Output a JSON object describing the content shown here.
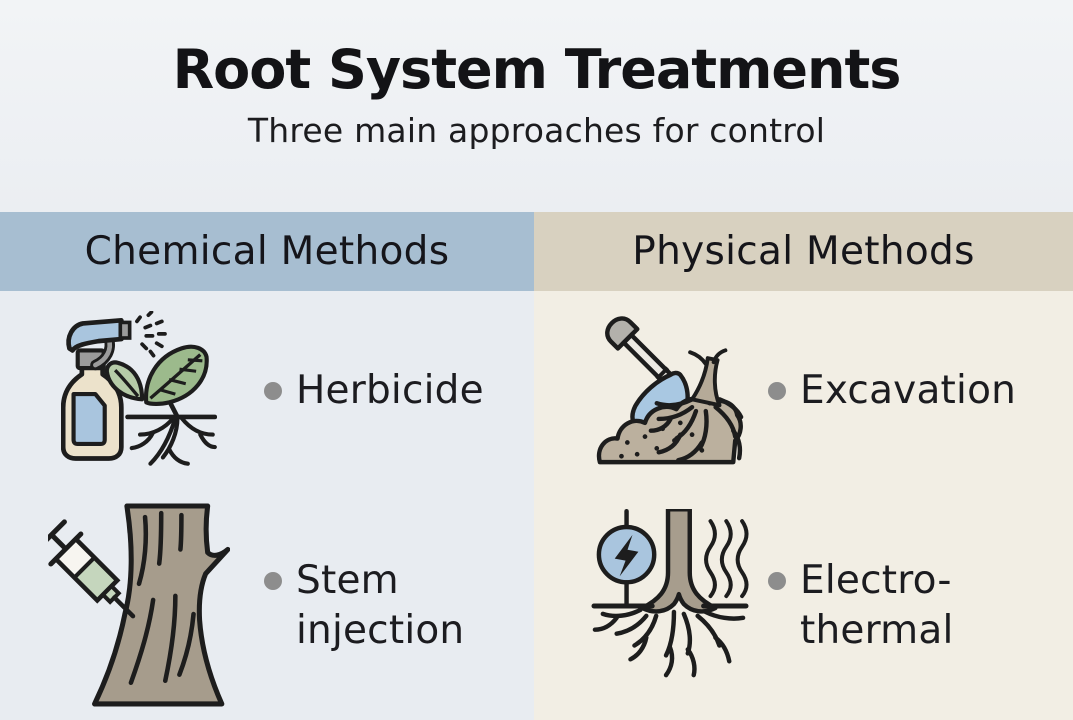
{
  "poster": {
    "title": "Root System Treatments",
    "subtitle": "Three main approaches for control"
  },
  "columns": [
    {
      "label": "Chemical Methods",
      "header_bg": "#a7bed1",
      "body_bg": "#e8ecf1",
      "items": [
        {
          "label": "Herbicide",
          "icon": "herbicide-spray-plant-icon"
        },
        {
          "label": "Stem injection",
          "icon": "stem-injection-syringe-trunk-icon"
        }
      ]
    },
    {
      "label": "Physical Methods",
      "header_bg": "#d8d1c0",
      "body_bg": "#f2eee4",
      "items": [
        {
          "label": "Excavation",
          "icon": "excavation-shovel-soil-icon"
        },
        {
          "label": "Electro-thermal",
          "icon": "electro-thermal-roots-icon"
        }
      ]
    }
  ],
  "colors": {
    "top_bg": "#eff2f5",
    "text": "#17171b",
    "bullet_dot": "#8d8d8d",
    "icon_outline": "#1d1d1d",
    "icon_blue": "#a9c5de",
    "icon_leaf_green": "#9cba8c",
    "icon_leaf_light_green": "#b6cba8",
    "icon_bottle_cream": "#ece2cb",
    "icon_trunk_taupe": "#a69c8c",
    "icon_soil_taupe": "#bbb09e",
    "icon_syringe_fluid_green": "#c5d6bd",
    "icon_hardware_gray": "#9b9b9b"
  }
}
